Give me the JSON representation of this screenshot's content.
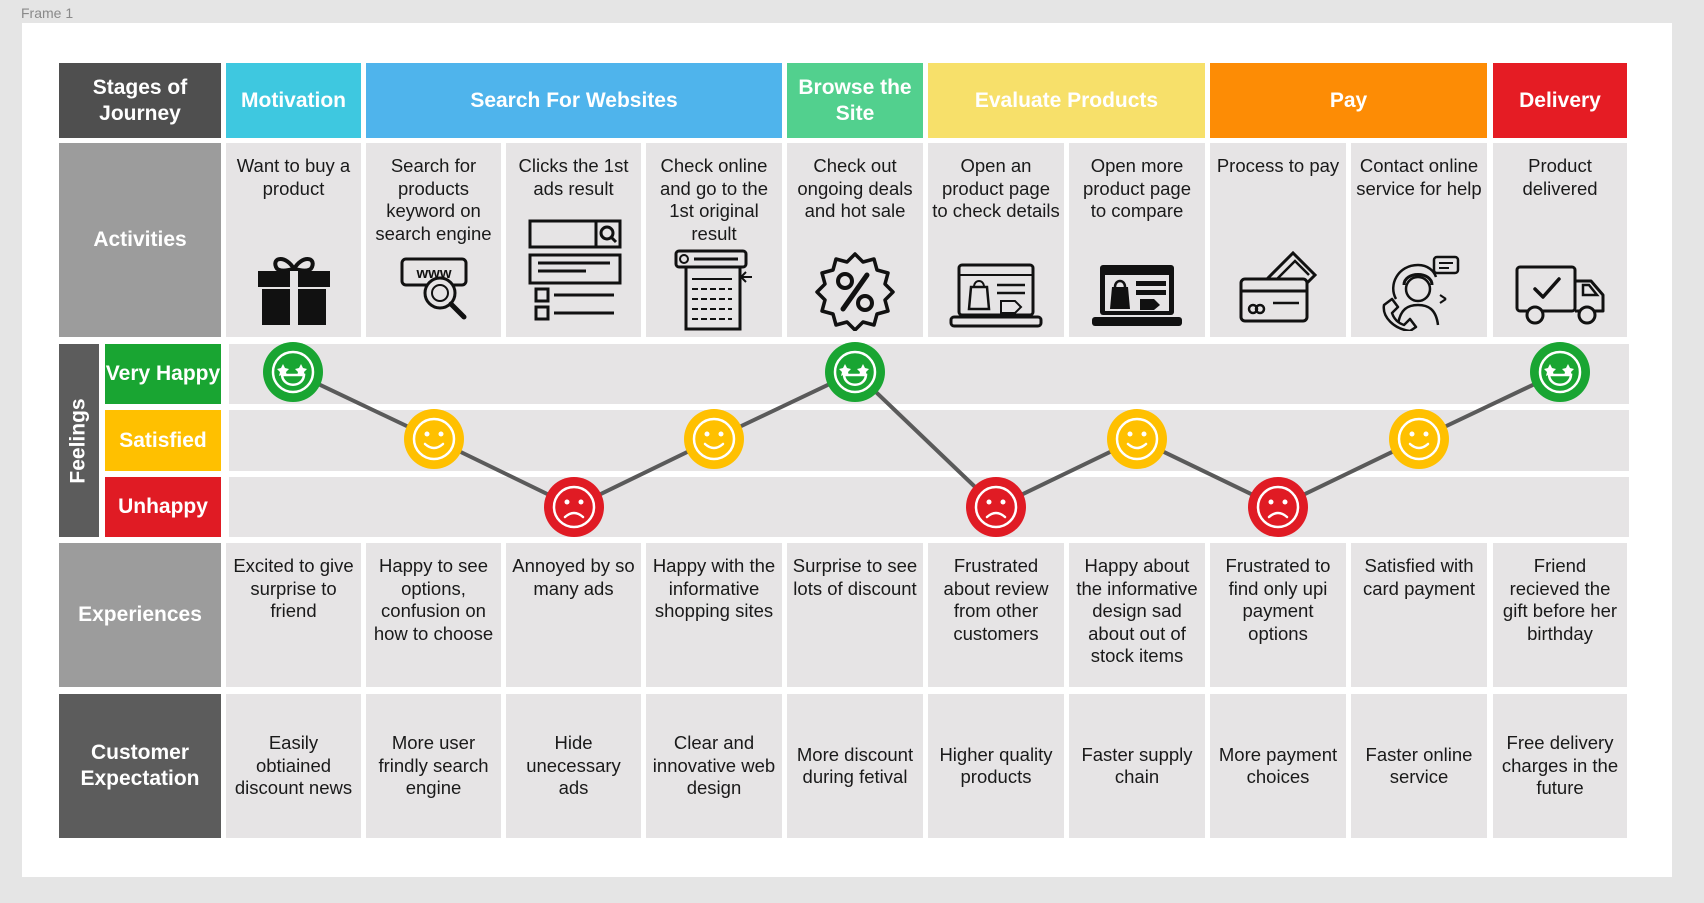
{
  "frame_label": "Frame 1",
  "colors": {
    "dark_header": "#4f4f4f",
    "mid_gray": "#9c9c9c",
    "light_cell": "#e6e4e5",
    "very_happy": "#19a532",
    "satisfied": "#ffc000",
    "unhappy": "#e01b24",
    "line": "#5a5a5a"
  },
  "row_labels": {
    "stages": "Stages of Journey",
    "activities": "Activities",
    "feelings": "Feelings",
    "experiences": "Experiences",
    "customer_expectation": "Customer Expectation"
  },
  "feeling_levels": [
    {
      "label": "Very Happy",
      "color": "#19a532"
    },
    {
      "label": "Satisfied",
      "color": "#ffc000"
    },
    {
      "label": "Unhappy",
      "color": "#e01b24"
    }
  ],
  "stages": [
    {
      "label": "Motivation",
      "color": "#3ec8e0"
    },
    {
      "label": "Search For Websites",
      "color": "#4fb4ec"
    },
    {
      "label": "Browse the Site",
      "color": "#52d08e"
    },
    {
      "label": "Evaluate Products",
      "color": "#f7e06a"
    },
    {
      "label": "Pay",
      "color": "#fd8c05"
    },
    {
      "label": "Delivery",
      "color": "#e51c24"
    }
  ],
  "activities": [
    {
      "text": "Want to buy a product",
      "icon": "gift-icon"
    },
    {
      "text": "Search for products keyword on search engine",
      "icon": "www-search-icon"
    },
    {
      "text": "Clicks the 1st ads result",
      "icon": "search-results-icon"
    },
    {
      "text": "Check online and go to the 1st original result",
      "icon": "web-page-icon"
    },
    {
      "text": "Check out ongoing deals and hot sale",
      "icon": "discount-badge-icon"
    },
    {
      "text": "Open an product page to check details",
      "icon": "laptop-shop-icon"
    },
    {
      "text": "Open more product page to compare",
      "icon": "laptop-shop-filled-icon"
    },
    {
      "text": "Process to pay",
      "icon": "credit-card-icon"
    },
    {
      "text": "Contact online service for help",
      "icon": "customer-support-icon"
    },
    {
      "text": "Product delivered",
      "icon": "delivery-truck-icon"
    }
  ],
  "feelings": [
    "Very Happy",
    "Satisfied",
    "Unhappy",
    "Satisfied",
    "Very Happy",
    "Unhappy",
    "Satisfied",
    "Unhappy",
    "Satisfied",
    "Very Happy"
  ],
  "experiences": [
    "Excited to give surprise to friend",
    "Happy to see options, confusion on how to choose",
    "Annoyed by so many ads",
    "Happy with the informative shopping sites",
    "Surprise to see lots of discount",
    "Frustrated about review from other customers",
    "Happy about the informative design sad about out of stock items",
    "Frustrated to find only upi payment options",
    "Satisfied with card payment",
    "Friend recieved the gift before her birthday"
  ],
  "customer_expectations": [
    "Easily obtiained discount news",
    "More user frindly search engine",
    "Hide unecessary ads",
    "Clear and innovative web design",
    "More discount during fetival",
    "Higher quality products",
    "Faster supply chain",
    "More payment choices",
    "Faster online service",
    "Free delivery charges in the future"
  ]
}
